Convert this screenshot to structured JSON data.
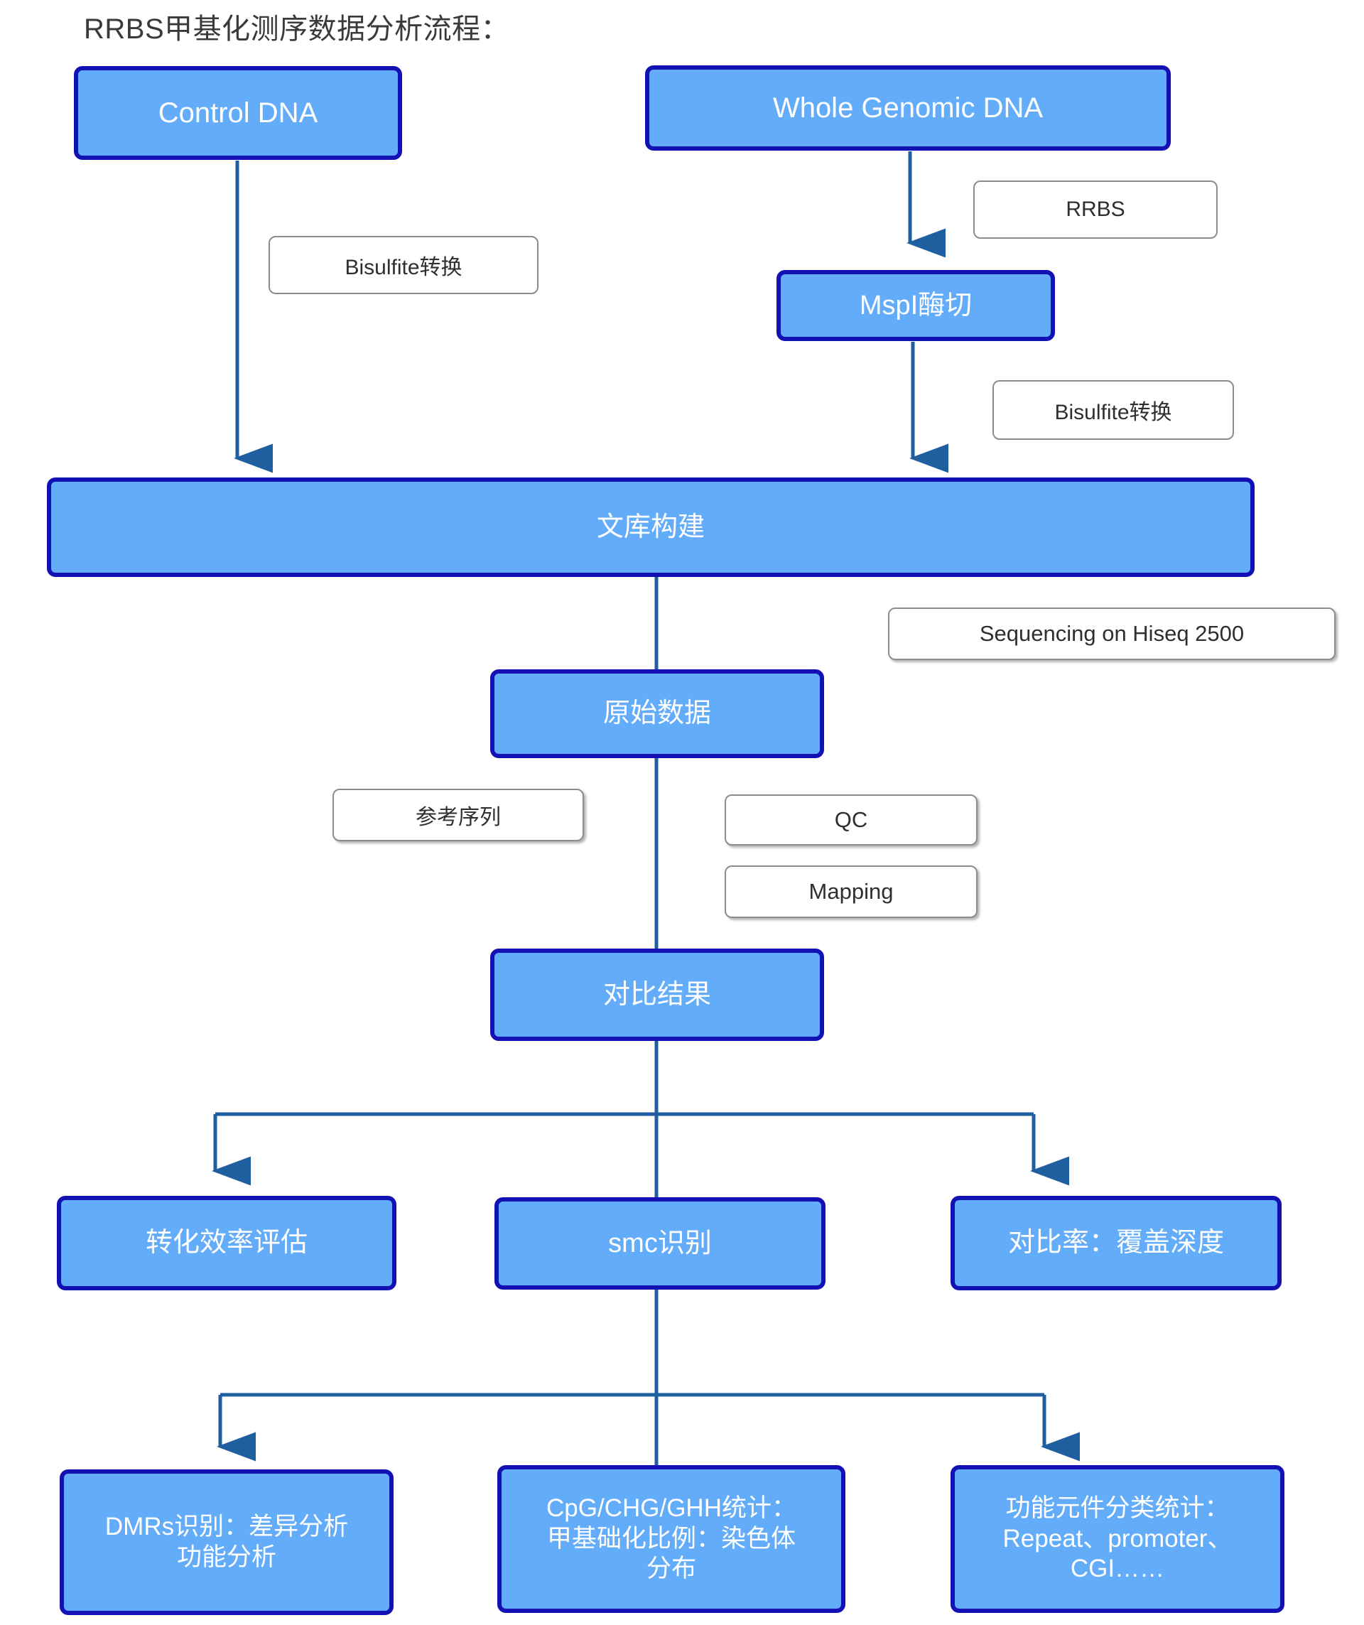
{
  "title": "RRBS甲基化测序数据分析流程：",
  "colors": {
    "node_fill": "#63ACFA",
    "node_border": "#1411B4",
    "node_text": "#FFFFFF",
    "note_fill": "#FFFFFF",
    "note_border": "#8C8C8C",
    "note_text": "#2F2F2F",
    "connector": "#1F5FA0",
    "title_text": "#3A3A3A",
    "background": "#FFFFFF"
  },
  "nodes": {
    "control_dna": "Control DNA",
    "whole_genomic_dna": "Whole Genomic DNA",
    "mspi_digest": "MspI酶切",
    "library_construction": "文库构建",
    "raw_data": "原始数据",
    "alignment_result": "对比结果",
    "conversion_efficiency": "转化效率评估",
    "smc_identification": "smc识别",
    "coverage_depth": "对比率：覆盖深度",
    "dmrs": "DMRs识别：差异分析\n功能分析",
    "dmrs_line1": "DMRs识别：差异分析",
    "dmrs_line2": "功能分析",
    "cpg_stats_line1": "CpG/CHG/GHH统计：",
    "cpg_stats_line2": "甲基础化比例：染色体",
    "cpg_stats_line3": "分布",
    "functional_line1": "功能元件分类统计：",
    "functional_line2": "Repeat、promoter、",
    "functional_line3": "CGI……"
  },
  "notes": {
    "bisulfite_1": "Bisulfite转换",
    "rrbs": "RRBS",
    "bisulfite_2": "Bisulfite转换",
    "sequencing": "Sequencing on Hiseq 2500",
    "reference": "参考序列",
    "qc": "QC",
    "mapping": "Mapping"
  },
  "flow": {
    "edges": [
      {
        "from": "control_dna",
        "to": "library_construction",
        "annotation": "Bisulfite转换",
        "arrow": true
      },
      {
        "from": "whole_genomic_dna",
        "to": "mspi_digest",
        "annotation": "RRBS",
        "arrow": true
      },
      {
        "from": "mspi_digest",
        "to": "library_construction",
        "annotation": "Bisulfite转换",
        "arrow": true
      },
      {
        "from": "library_construction",
        "to": "raw_data",
        "annotation": "Sequencing on Hiseq 2500",
        "arrow": false
      },
      {
        "from": "raw_data",
        "to": "alignment_result",
        "annotation": "参考序列 / QC / Mapping",
        "arrow": false
      },
      {
        "from": "alignment_result",
        "to": "conversion_efficiency",
        "annotation": "",
        "arrow": true
      },
      {
        "from": "alignment_result",
        "to": "smc_identification",
        "annotation": "",
        "arrow": false
      },
      {
        "from": "alignment_result",
        "to": "coverage_depth",
        "annotation": "",
        "arrow": true
      },
      {
        "from": "smc_identification",
        "to": "dmrs",
        "annotation": "",
        "arrow": true
      },
      {
        "from": "smc_identification",
        "to": "cpg_stats",
        "annotation": "",
        "arrow": false
      },
      {
        "from": "smc_identification",
        "to": "functional_elements",
        "annotation": "",
        "arrow": true
      }
    ]
  }
}
